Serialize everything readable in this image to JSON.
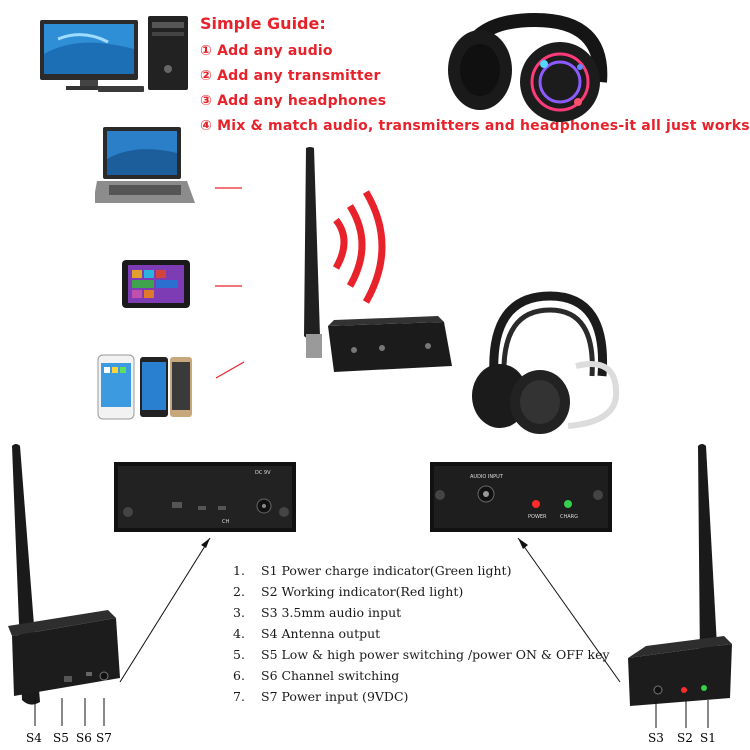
{
  "guide": {
    "title": "Simple Guide:",
    "items": [
      "① Add any audio",
      "② Add any transmitter",
      "③ Add any  headphones",
      "④ Mix & match audio, transmitters and headphones-it all just works!"
    ]
  },
  "specs": [
    {
      "num": "1.",
      "text": "S1  Power charge indicator(Green light)"
    },
    {
      "num": "2.",
      "text": "S2  Working indicator(Red light)"
    },
    {
      "num": "3.",
      "text": "S3  3.5mm audio input"
    },
    {
      "num": "4.",
      "text": "S4  Antenna output"
    },
    {
      "num": "5.",
      "text": "S5  Low & high power switching /power ON & OFF key"
    },
    {
      "num": "6.",
      "text": "S6  Channel switching"
    },
    {
      "num": "7.",
      "text": "S7  Power input (9VDC)"
    }
  ],
  "left_labels": [
    "S4",
    "S5",
    "S6",
    "S7"
  ],
  "right_labels": [
    "S3",
    "S2",
    "S1"
  ],
  "rear_panel": {
    "dc": "DC\n9V",
    "ch": "CH"
  },
  "front_panel": {
    "audio_input": "AUDIO INPUT",
    "power": "POWER",
    "charge": "CHARG"
  },
  "colors": {
    "accent_red": "#e8222b",
    "device_black": "#1b1b1b",
    "led_red": "#ff2a2a",
    "led_green": "#35d04a"
  }
}
